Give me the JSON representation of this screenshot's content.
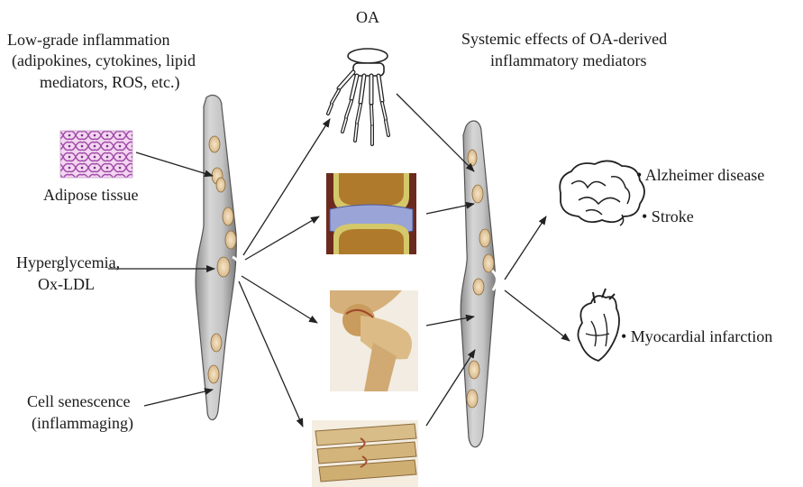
{
  "left": {
    "inflammation_title": "Low-grade inflammation",
    "inflammation_detail_1": "(adipokines, cytokines, lipid",
    "inflammation_detail_2": "mediators, ROS, etc.)",
    "adipose": "Adipose tissue",
    "hyperglycemia_1": "Hyperglycemia,",
    "hyperglycemia_2": "Ox-LDL",
    "senescence_1": "Cell senescence",
    "senescence_2": "(inflammaging)"
  },
  "center": {
    "oa_title": "OA"
  },
  "right": {
    "systemic_title_1": "Systemic effects of OA-derived",
    "systemic_title_2": "inflammatory mediators",
    "alzheimer": "• Alzheimer disease",
    "stroke": "• Stroke",
    "myocardial": "• Myocardial infarction"
  },
  "colors": {
    "vessel": "#a9a9a9",
    "vessel_light": "#d9d9d9",
    "cell": "#e8d2b0",
    "nucleus": "#d9a766",
    "cartilage": "#b07a2c",
    "synovium": "#9aa4d6",
    "bone": "#d8b27a",
    "adipose": "#b06ab7"
  },
  "icons": [
    "hand-skeleton-icon",
    "knee-joint-icon",
    "hip-joint-icon",
    "spine-icon",
    "brain-icon",
    "heart-icon",
    "adipose-tissue-image"
  ]
}
